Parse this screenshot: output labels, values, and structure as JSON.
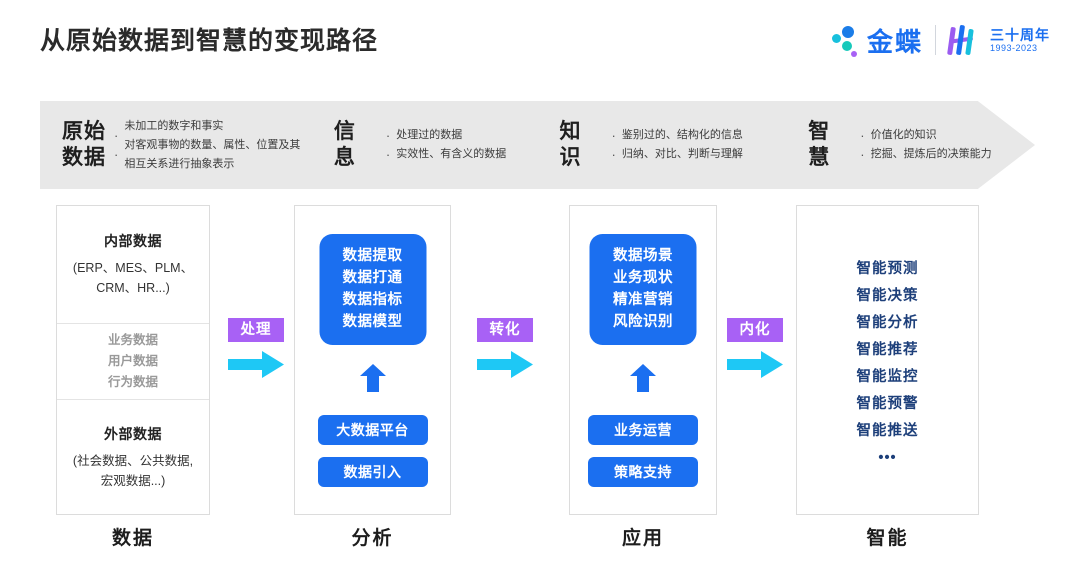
{
  "header": {
    "title": "从原始数据到智慧的变现路径",
    "brand": {
      "name": "金蝶",
      "anniversary": "三十周年",
      "years": "1993-2023",
      "logo_icon": "kingdee-dots-icon",
      "mark_icon": "anniversary-mark-icon"
    }
  },
  "banner": {
    "stages": [
      {
        "name": "原始\n数据",
        "name_line1": "原始",
        "name_line2": "数据",
        "bullets": [
          "未加工的数字和事实",
          "对客观事物的数量、属性、位置及其相互关系进行抽象表示"
        ]
      },
      {
        "name_line1": "信",
        "name_line2": "息",
        "bullets": [
          "处理过的数据",
          "实效性、有含义的数据"
        ]
      },
      {
        "name_line1": "知",
        "name_line2": "识",
        "bullets": [
          "鉴别过的、结构化的信息",
          "归纳、对比、判断与理解"
        ]
      },
      {
        "name_line1": "智",
        "name_line2": "慧",
        "bullets": [
          "价值化的知识",
          "挖掘、提炼后的决策能力"
        ]
      }
    ]
  },
  "columns": [
    {
      "key": "data",
      "bottom_label": "数据",
      "segments": {
        "top_title": "内部数据",
        "top_sub": "(ERP、MES、PLM、CRM、HR...)",
        "mid_items": [
          "业务数据",
          "用户数据",
          "行为数据"
        ],
        "bot_title": "外部数据",
        "bot_sub": "(社会数据、公共数据,宏观数据...)"
      }
    },
    {
      "key": "analysis",
      "bottom_label": "分析",
      "box_lines": [
        "数据提取",
        "数据打通",
        "数据指标",
        "数据模型"
      ],
      "pills": [
        "大数据平台",
        "数据引入"
      ]
    },
    {
      "key": "application",
      "bottom_label": "应用",
      "box_lines": [
        "数据场景",
        "业务现状",
        "精准营销",
        "风险识别"
      ],
      "pills": [
        "业务运营",
        "策略支持"
      ]
    },
    {
      "key": "intelligence",
      "bottom_label": "智能",
      "items": [
        "智能预测",
        "智能决策",
        "智能分析",
        "智能推荐",
        "智能监控",
        "智能预警",
        "智能推送"
      ],
      "more": "•••"
    }
  ],
  "connectors": [
    {
      "label": "处理",
      "arrow_icon": "right-arrow-icon"
    },
    {
      "label": "转化",
      "arrow_icon": "right-arrow-icon"
    },
    {
      "label": "内化",
      "arrow_icon": "right-arrow-icon"
    }
  ],
  "colors": {
    "primary_blue": "#1b6ff0",
    "accent_purple": "#a861f5",
    "arrow_cyan": "#1ec8f5",
    "banner_gray": "#e8e8e8",
    "intel_navy": "#1d3f7a"
  }
}
